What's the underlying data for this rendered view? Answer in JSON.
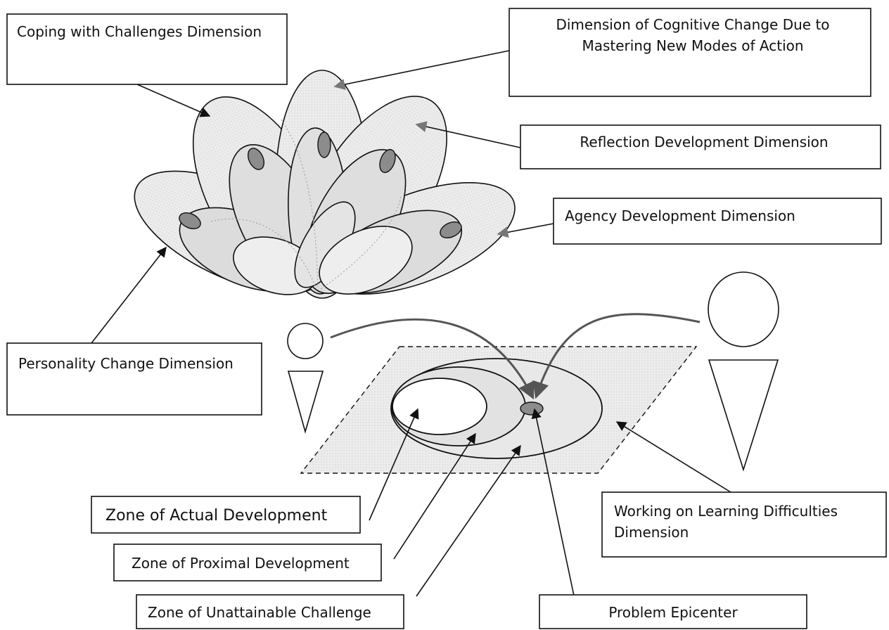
{
  "labels": {
    "coping": "Coping with Challenges Dimension",
    "cognitive_1": "Dimension of Cognitive Change Due to",
    "cognitive_2": "Mastering New Modes of Action",
    "reflection": "Reflection Development Dimension",
    "agency": "Agency Development Dimension",
    "personality": "Personality Change Dimension",
    "actual": "Zone of Actual Development",
    "proximal": "Zone of Proximal Development",
    "unattainable": "Zone of Unattainable Challenge",
    "epicenter": "Problem Epicenter",
    "working_1": "Working on Learning Difficulties",
    "working_2": "Dimension"
  },
  "colors": {
    "stroke": "#111111",
    "petal_fill": "#e6e6e6",
    "petal_inner_fill": "#dcdcdc",
    "bud_fill": "#8c8c8c",
    "curve_arrow": "#555555",
    "plane_fill": "#ececec"
  }
}
